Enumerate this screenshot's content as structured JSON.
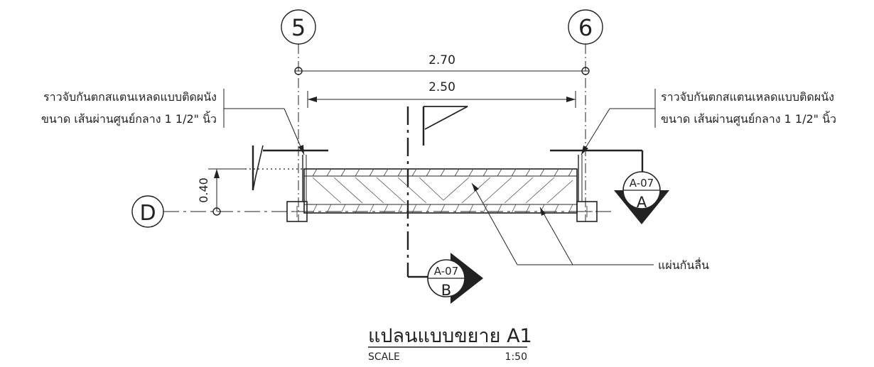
{
  "grid": {
    "axis_5": "5",
    "axis_6": "6",
    "axis_D": "D"
  },
  "dimensions": {
    "overall": "2.70",
    "clear": "2.50",
    "height": "0.40"
  },
  "annotations": {
    "handrail_left_line1": "ราวจับกันตกสแตนเหลดแบบติดผนัง",
    "handrail_left_line2": "ขนาด เส้นผ่านศูนย์กลาง 1 1/2\" นิ้ว",
    "handrail_right_line1": "ราวจับกันตกสแตนเหลดแบบติดผนัง",
    "handrail_right_line2": "ขนาด เส้นผ่านศูนย์กลาง 1 1/2\" นิ้ว",
    "waterproof": "แผ่นกันลื่น"
  },
  "section_markers": {
    "A": {
      "sheet": "A-07",
      "letter": "A"
    },
    "B": {
      "sheet": "A-07",
      "letter": "B"
    }
  },
  "title_block": {
    "title": "แปลนแบบขยาย A1",
    "scale_label": "SCALE",
    "scale_value": "1:50"
  }
}
